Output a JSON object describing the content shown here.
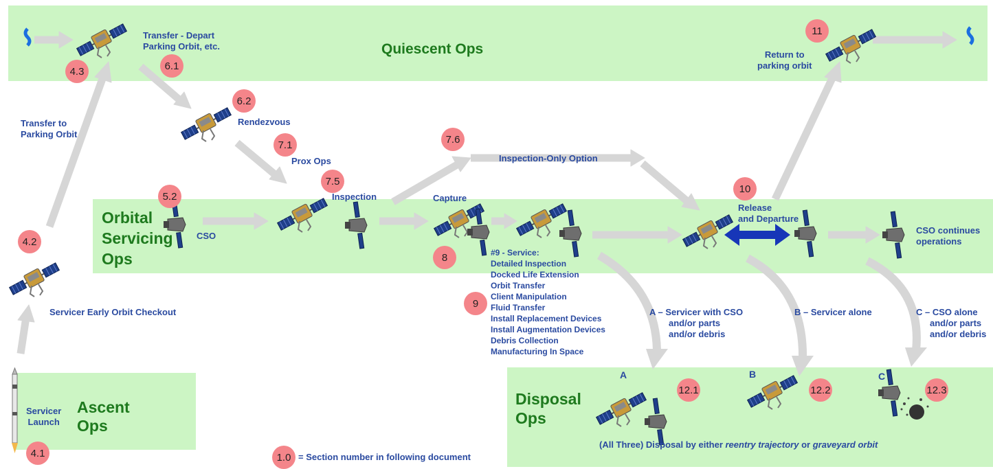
{
  "colors": {
    "band": "#ccf5c4",
    "band_title": "#1e7a1e",
    "label": "#2a4aa0",
    "badge": "#f4858a",
    "arrow": "#d6d6d6",
    "release_arrow": "#1736b8"
  },
  "bands": {
    "quiescent": "Quiescent Ops",
    "orbital": [
      "Orbital",
      "Servicing",
      "Ops"
    ],
    "ascent": [
      "Ascent",
      "Ops"
    ],
    "disposal": [
      "Disposal",
      "Ops"
    ]
  },
  "labels": {
    "transfer_depart": [
      "Transfer - Depart",
      "Parking Orbit, etc."
    ],
    "return_parking": [
      "Return to",
      "parking orbit"
    ],
    "transfer_parking": [
      "Transfer to",
      "Parking Orbit"
    ],
    "rendezvous": "Rendezvous",
    "prox_ops": "Prox Ops",
    "inspection": "Inspection",
    "inspection_only": "Inspection-Only Option",
    "capture": "Capture",
    "cso": "CSO",
    "release": [
      "Release",
      "and Departure"
    ],
    "cso_continues": [
      "CSO continues",
      "operations"
    ],
    "service_title": "#9 - Service:",
    "service_items": [
      "Detailed Inspection",
      "Docked Life Extension",
      "Orbit Transfer",
      "Client Manipulation",
      "Fluid Transfer",
      "Install Replacement Devices",
      "Install Augmentation Devices",
      "Debris Collection",
      "Manufacturing In Space"
    ],
    "early_checkout": "Servicer Early Orbit Checkout",
    "servicer_launch": [
      "Servicer",
      "Launch"
    ],
    "option_a": [
      "A – Servicer with CSO",
      "and/or parts",
      "and/or debris"
    ],
    "option_b": "B – Servicer alone",
    "option_c": [
      "C – CSO alone",
      "and/or parts",
      "and/or debris"
    ],
    "disposal_text": [
      "(All Three) Disposal  by either ",
      "reentry trajectory",
      " or ",
      "graveyard orbit"
    ],
    "letter_a": "A",
    "letter_b": "B",
    "letter_c": "C",
    "legend": "= Section number in following document"
  },
  "badges": {
    "b4_3": "4.3",
    "b6_1": "6.1",
    "b11": "11",
    "b6_2": "6.2",
    "b7_1": "7.1",
    "b7_6": "7.6",
    "b7_5": "7.5",
    "b5_2": "5.2",
    "b10": "10",
    "b4_2": "4.2",
    "b8": "8",
    "b9": "9",
    "b12_1": "12.1",
    "b12_2": "12.2",
    "b12_3": "12.3",
    "b4_1": "4.1",
    "b1_0": "1.0"
  },
  "icons": [
    "satellite-servicer-icon",
    "cso-satellite-icon",
    "rocket-icon",
    "debris-icon",
    "orbit-break-icon"
  ]
}
